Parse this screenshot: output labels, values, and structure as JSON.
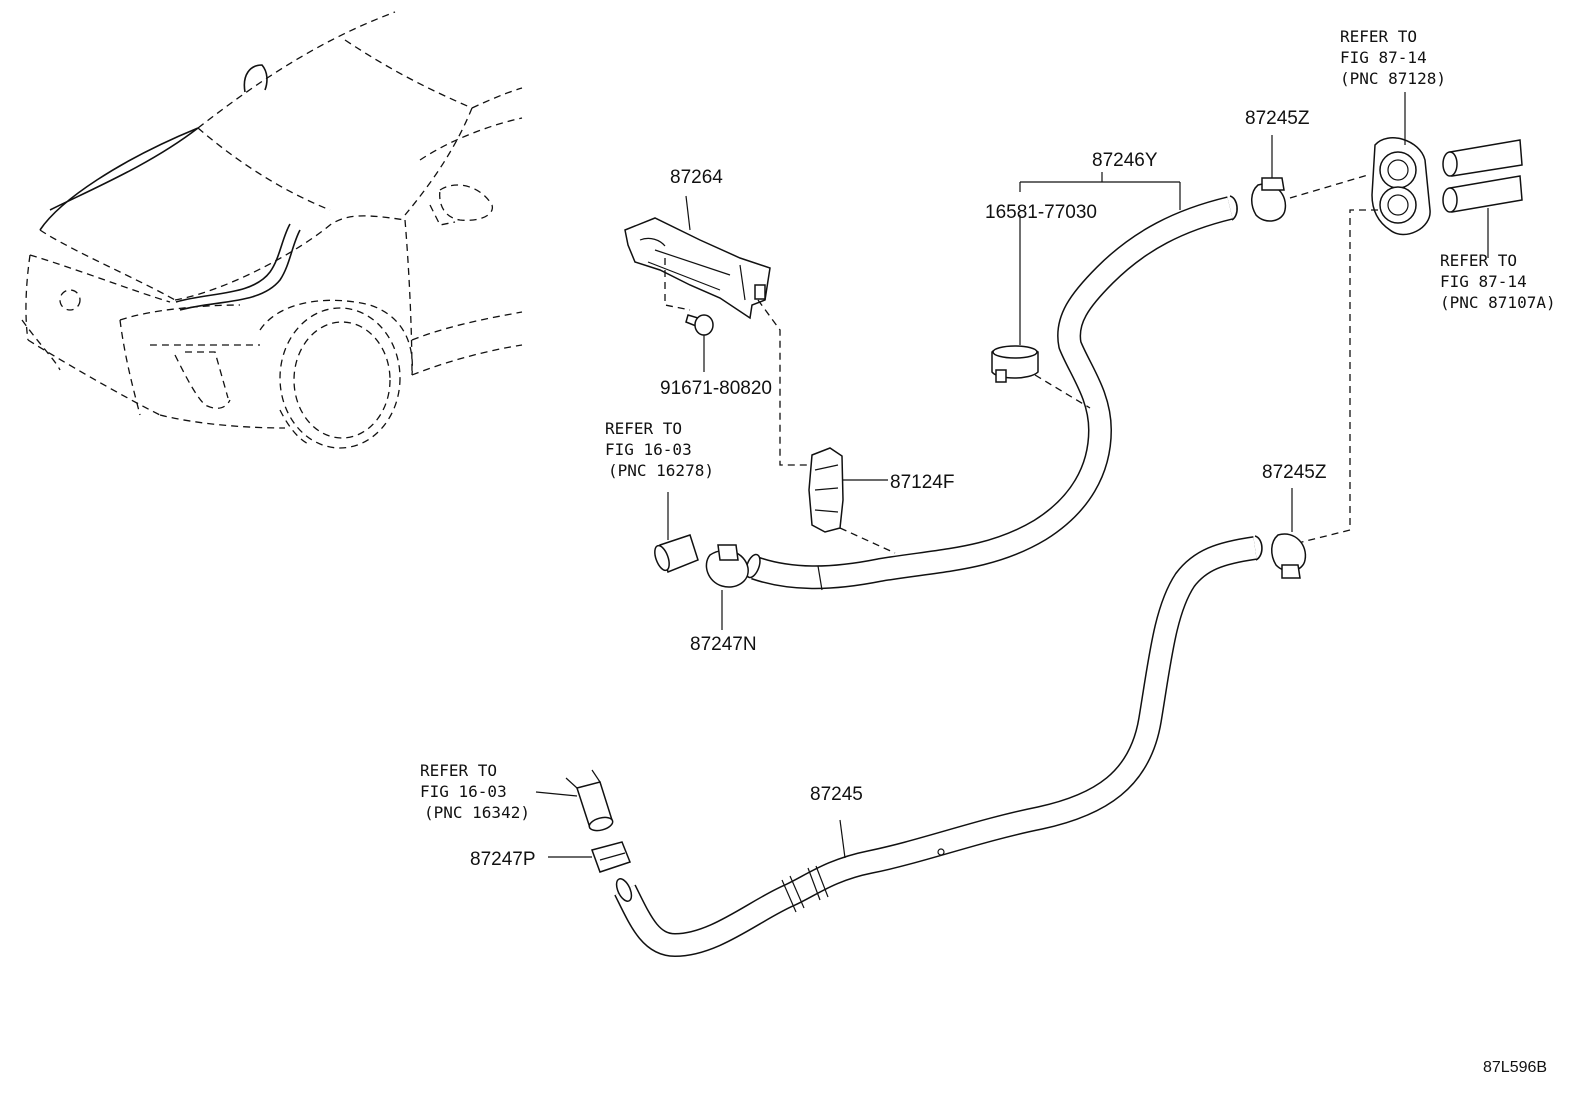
{
  "parts": {
    "bracket": "87264",
    "bolt": "91671-80820",
    "upper_hose": "87246Y",
    "upper_clamp": "16581-77030",
    "clip": "87124F",
    "clamp_upper_right": "87245Z",
    "clamp_lower_right": "87245Z",
    "clamp_left_upper": "87247N",
    "lower_hose": "87245",
    "clamp_left_lower": "87247P"
  },
  "refs": {
    "ref_87128": {
      "line1": "REFER TO",
      "line2": "FIG 87-14",
      "line3": "(PNC 87128)"
    },
    "ref_87107a": {
      "line1": "REFER TO",
      "line2": "FIG 87-14",
      "line3": "(PNC 87107A)"
    },
    "ref_16278": {
      "line1": "REFER TO",
      "line2": "FIG 16-03",
      "line3": "(PNC 16278)"
    },
    "ref_16342": {
      "line1": "REFER TO",
      "line2": "FIG 16-03",
      "line3": "(PNC 16342)"
    }
  },
  "diagram_id": "87L596B"
}
